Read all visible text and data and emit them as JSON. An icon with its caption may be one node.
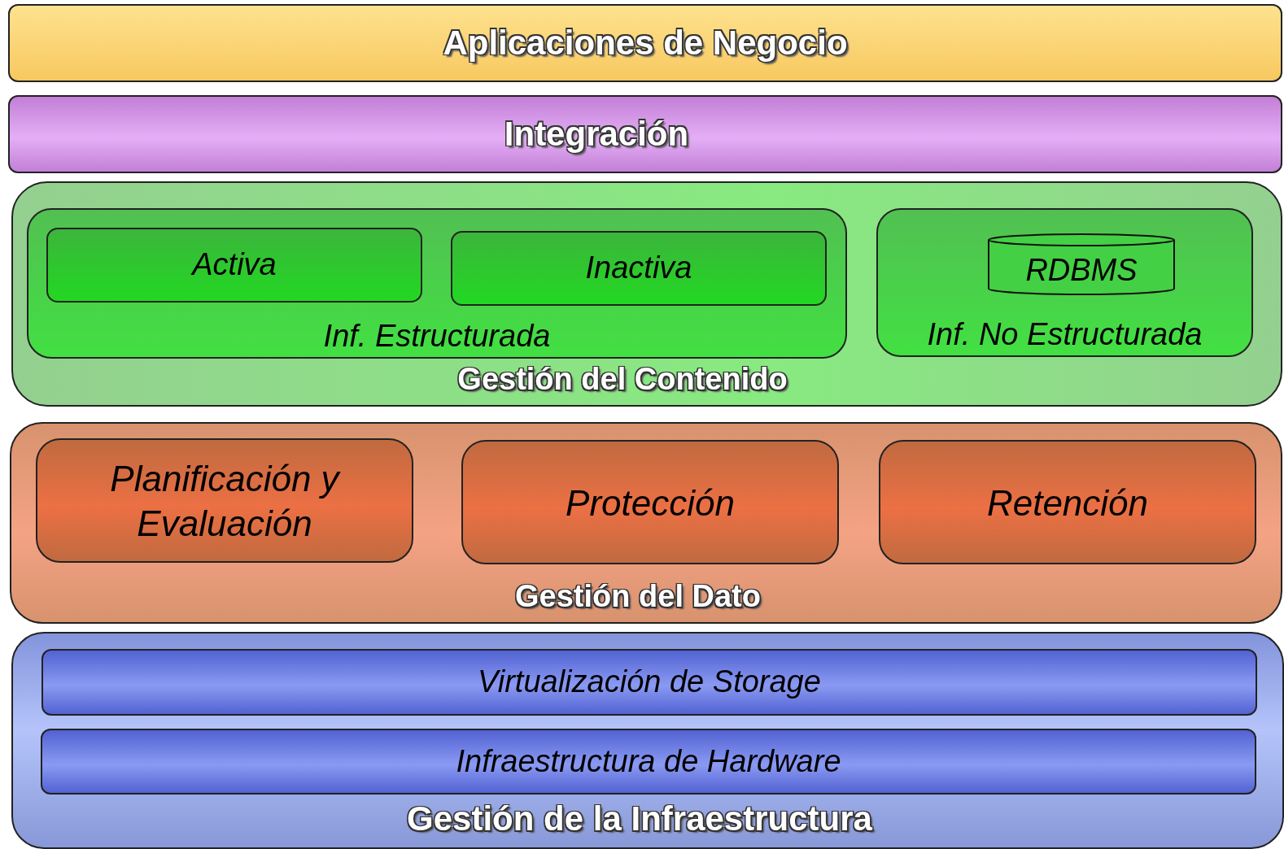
{
  "diagram": {
    "nodes": [
      {
        "text": [
          "Aplicaciones de Negocio"
        ]
      },
      {
        "text": [
          "Integración"
        ]
      },
      {
        "text": [
          "Gestión del Contenido"
        ]
      },
      {
        "text": [
          "Inf. Estructurada"
        ],
        "in": 2
      },
      {
        "text": [
          "Activa"
        ],
        "in": 3
      },
      {
        "text": [
          "Inactiva"
        ],
        "in": 3
      },
      {
        "text": [
          "Inf. No Estructurada"
        ],
        "in": 2
      },
      {
        "text": [
          "RDBMS"
        ],
        "in": 6
      },
      {
        "text": [
          "Gestión del Dato"
        ]
      },
      {
        "text": [
          "Planificación y Evaluación"
        ],
        "in": 8
      },
      {
        "text": [
          "Protección"
        ],
        "in": 8
      },
      {
        "text": [
          "Retención"
        ],
        "in": 8
      },
      {
        "text": [
          "Gestión de la Infraestructura"
        ]
      },
      {
        "text": [
          "Virtualización de Storage"
        ],
        "in": 12
      },
      {
        "text": [
          "Infraestructura de Hardware"
        ],
        "in": 12
      }
    ]
  }
}
